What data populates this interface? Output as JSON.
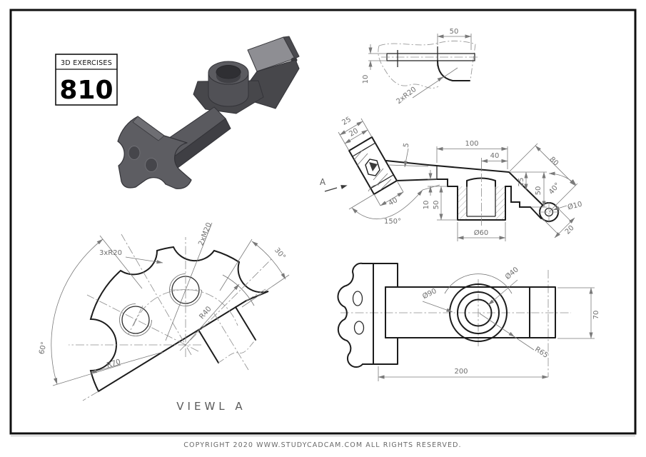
{
  "exercise": {
    "series": "3D EXERCISES",
    "number": "810"
  },
  "footer": {
    "copyright": "COPYRIGHT  2020 WWW.STUDYCADCAM.COM ALL RIGHTS RESERVED."
  },
  "views": {
    "top_partial": {
      "dim_width": "50",
      "dim_thickness": "10",
      "dim_fillet": "2xR20"
    },
    "front_section": {
      "view_letter": "A",
      "dim_step_outer": "25",
      "dim_step_inner": "20",
      "dim_taper": "5",
      "dim_length": "100",
      "dim_offset": "40",
      "dim_arm": "80",
      "dim_drop_upper": "25",
      "dim_drop_lower": "50",
      "dim_arm_angle": "40°",
      "dim_hole": "Ø10",
      "dim_end_width": "20",
      "dim_boss_dia": "Ø60",
      "dim_boss_depth": "50",
      "dim_step_height": "10",
      "dim_disc_width": "40",
      "dim_disc_angle": "150°"
    },
    "aux": {
      "title": "VIEWL A",
      "dim_scallops": "3xR20",
      "dim_holes": "2xM20",
      "dim_angle_small": "30°",
      "dim_bolt_radius": "R40",
      "dim_angle_large": "60°",
      "dim_outer_radius": "R70"
    },
    "side": {
      "dim_boss_dia": "Ø90",
      "dim_hole_dia": "Ø40",
      "dim_blend_radius": "R65",
      "dim_width": "70",
      "dim_length": "200"
    }
  }
}
